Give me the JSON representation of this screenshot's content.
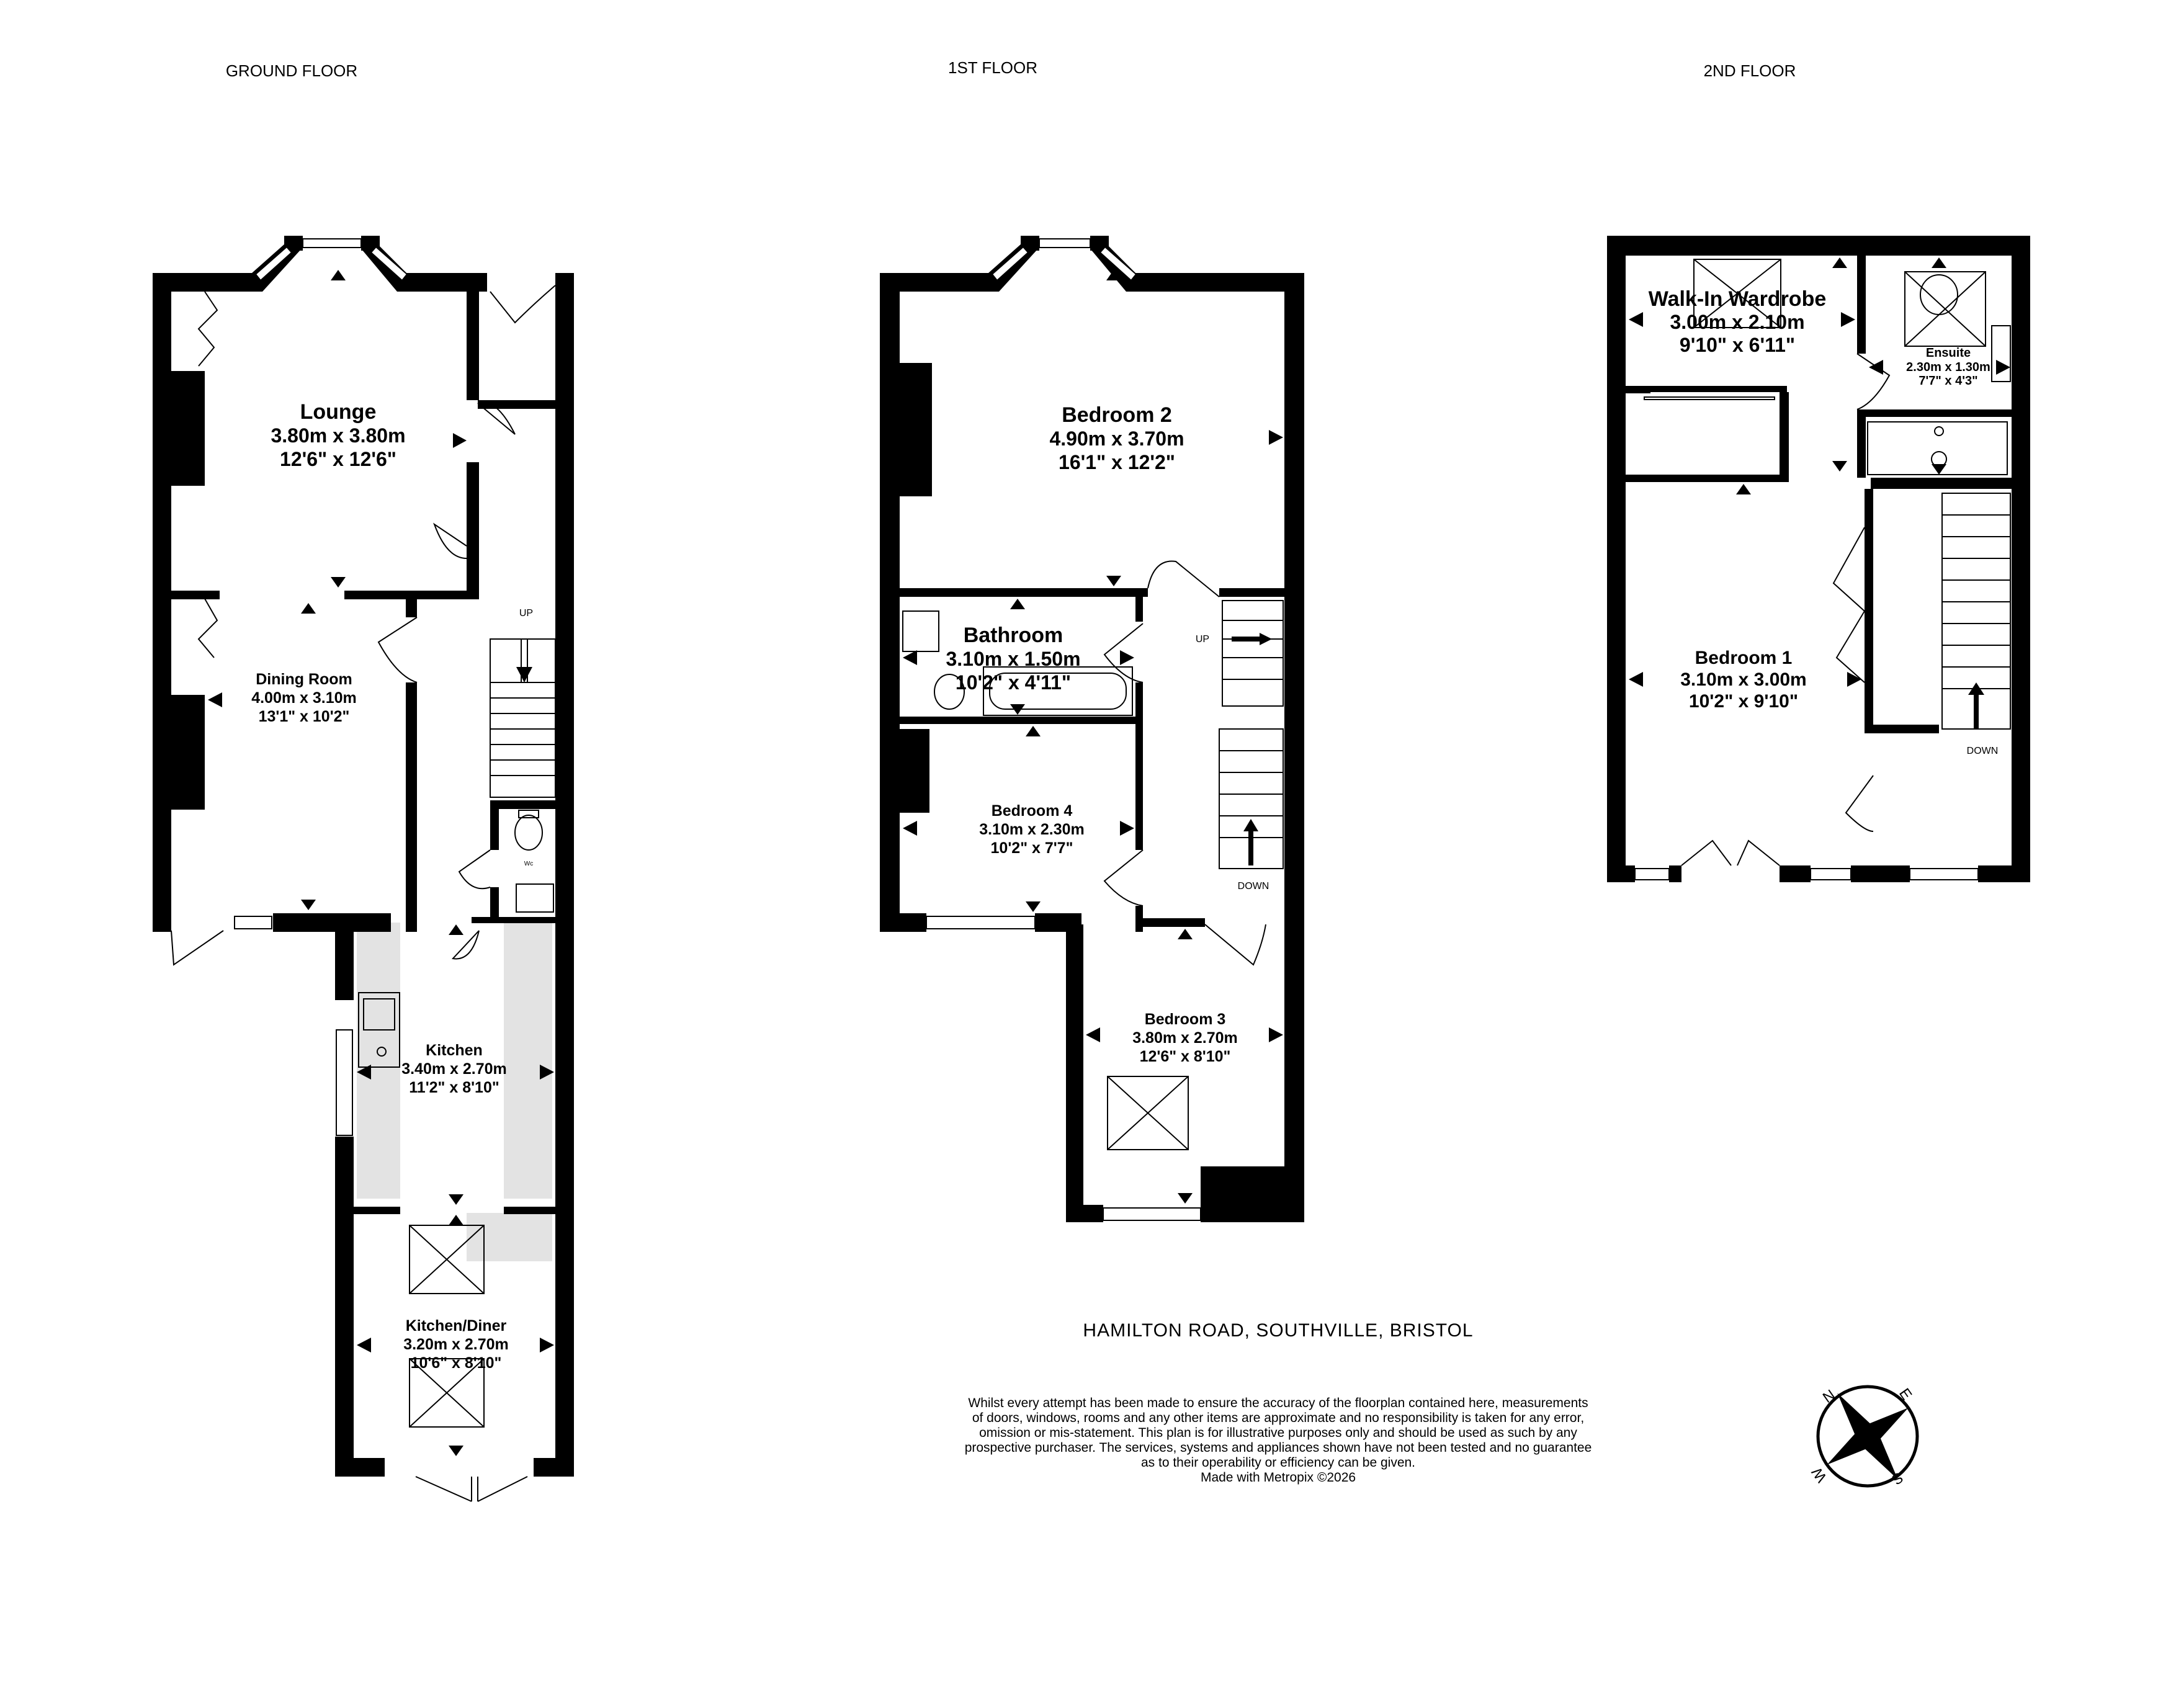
{
  "floors": {
    "ground": {
      "title": "GROUND FLOOR",
      "stairs_label": "UP",
      "wc_label": "Wc",
      "rooms": {
        "lounge": {
          "name": "Lounge",
          "metric": "3.80m  x 3.80m",
          "imperial": "12'6\"  x 12'6\""
        },
        "dining": {
          "name": "Dining Room",
          "metric": "4.00m  x 3.10m",
          "imperial": "13'1\"  x 10'2\""
        },
        "kitchen": {
          "name": "Kitchen",
          "metric": "3.40m  x 2.70m",
          "imperial": "11'2\"  x 8'10\""
        },
        "kitchen_diner": {
          "name": "Kitchen/Diner",
          "metric": "3.20m  x 2.70m",
          "imperial": "10'6\"  x 8'10\""
        }
      }
    },
    "first": {
      "title": "1ST FLOOR",
      "stairs_up": "UP",
      "stairs_down": "DOWN",
      "rooms": {
        "bedroom2": {
          "name": "Bedroom 2",
          "metric": "4.90m  x 3.70m",
          "imperial": "16'1\"  x 12'2\""
        },
        "bathroom": {
          "name": "Bathroom",
          "metric": "3.10m  x 1.50m",
          "imperial": "10'2\"  x 4'11\""
        },
        "bedroom4": {
          "name": "Bedroom 4",
          "metric": "3.10m  x 2.30m",
          "imperial": "10'2\"  x 7'7\""
        },
        "bedroom3": {
          "name": "Bedroom 3",
          "metric": "3.80m  x 2.70m",
          "imperial": "12'6\"  x 8'10\""
        }
      }
    },
    "second": {
      "title": "2ND FLOOR",
      "stairs_down": "DOWN",
      "rooms": {
        "wardrobe": {
          "name": "Walk-In Wardrobe",
          "metric": "3.00m  x 2.10m",
          "imperial": "9'10\"  x 6'11\""
        },
        "ensuite": {
          "name": "Ensuite",
          "metric": "2.30m  x 1.30m",
          "imperial": "7'7\"  x 4'3\""
        },
        "bedroom1": {
          "name": "Bedroom 1",
          "metric": "3.10m  x 3.00m",
          "imperial": "10'2\"  x 9'10\""
        }
      }
    }
  },
  "address": "HAMILTON ROAD, SOUTHVILLE, BRISTOL",
  "disclaimer": {
    "lines": [
      "Whilst every attempt has been made to ensure the accuracy of the floorplan contained here, measurements",
      "of doors, windows, rooms and any other items are approximate and no responsibility is taken for any error,",
      "omission or mis-statement. This plan is for illustrative purposes only and should be used as such by any",
      "prospective purchaser. The services, systems and appliances shown have not been tested and no guarantee",
      "as to their operability or efficiency can be given."
    ],
    "credit": "Made with Metropix ©2026"
  },
  "compass": {
    "n": "N",
    "e": "E",
    "s": "S",
    "w": "W"
  }
}
